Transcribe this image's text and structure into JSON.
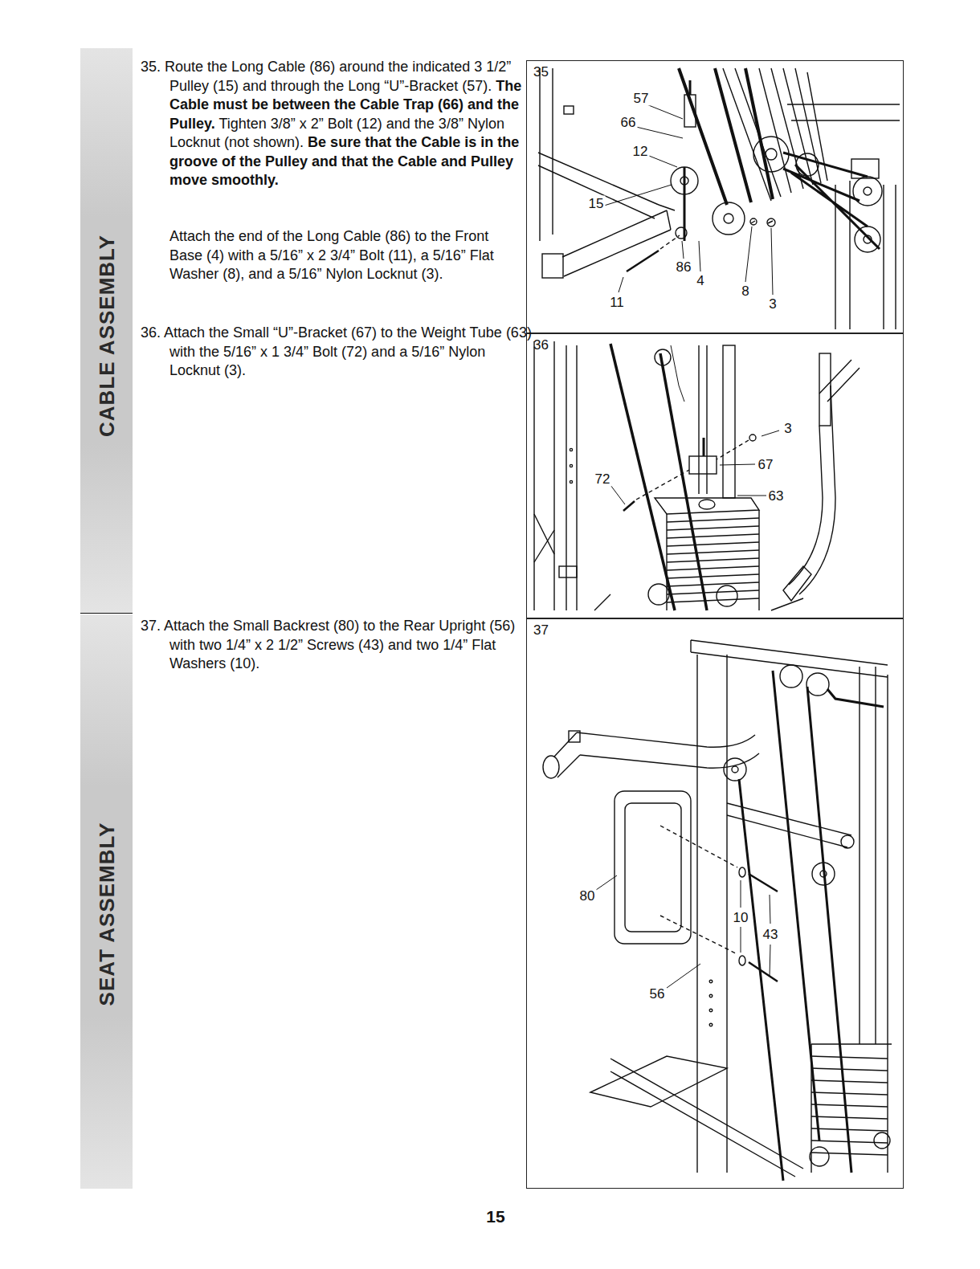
{
  "diagram": {
    "nodes": [
      {
        "text": [
          "CABLE ASSEMBLY"
        ]
      },
      {
        "text": [
          "SEAT ASSEMBLY"
        ]
      },
      {
        "text": [
          "35"
        ]
      },
      {
        "text": [
          "36"
        ]
      },
      {
        "text": [
          "37"
        ]
      }
    ],
    "labels": [
      "35. Route the Long Cable (86) around the indicated 3 1/2” Pulley (15) and through the Long “U”-Bracket (57).",
      "The Cable must be between the Cable Trap (66) and the Pulley.",
      "Tighten 3/8” x 2” Bolt (12) and the 3/8” Nylon Locknut (not shown).",
      "Be sure that the Cable is in the groove of the Pulley and that the Cable and Pulley move smoothly.",
      "Attach the end of the Long Cable (86) to the Front Base (4) with a 5/16” x 2 3/4” Bolt (11), a 5/16” Flat Washer (8), and a 5/16” Nylon Locknut (3).",
      "36. Attach the Small “U”-Bracket (67) to the Weight Tube (63) with the 5/16” x 1 3/4” Bolt (72) and a 5/16” Nylon Locknut (3).",
      "37. Attach the Small Backrest (80) to the Rear Upright (56) with two 1/4” x 2 1/2” Screws (43) and two 1/4” Flat Washers (10).",
      "57",
      "66",
      "12",
      "15",
      "86",
      "4",
      "11",
      "8",
      "3",
      "3",
      "67",
      "72",
      "63",
      "80",
      "10",
      "43",
      "56",
      "15"
    ]
  }
}
